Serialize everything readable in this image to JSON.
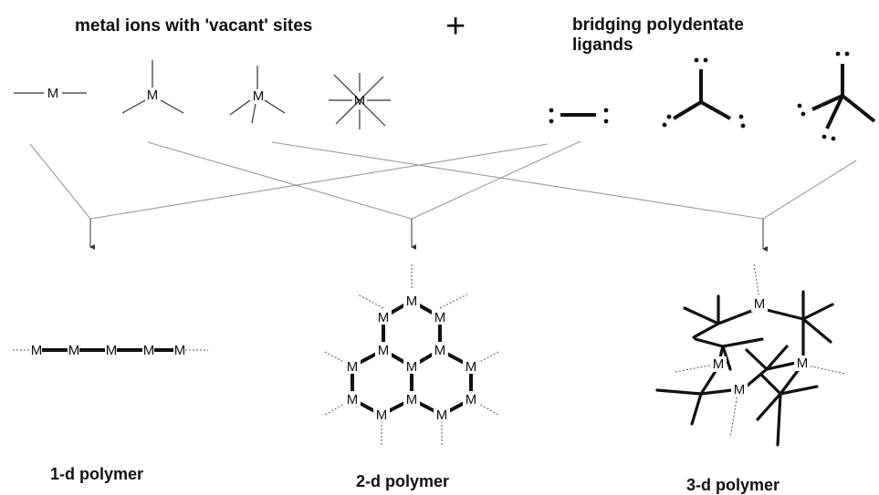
{
  "header": {
    "metal_ions": "metal ions with 'vacant' sites",
    "plus": "+",
    "ligands_line1": "bridging polydentate",
    "ligands_line2": "ligands"
  },
  "node_symbol": "M",
  "polymers": [
    {
      "label": "1-d polymer"
    },
    {
      "label": "2-d polymer"
    },
    {
      "label": "3-d polymer"
    }
  ]
}
